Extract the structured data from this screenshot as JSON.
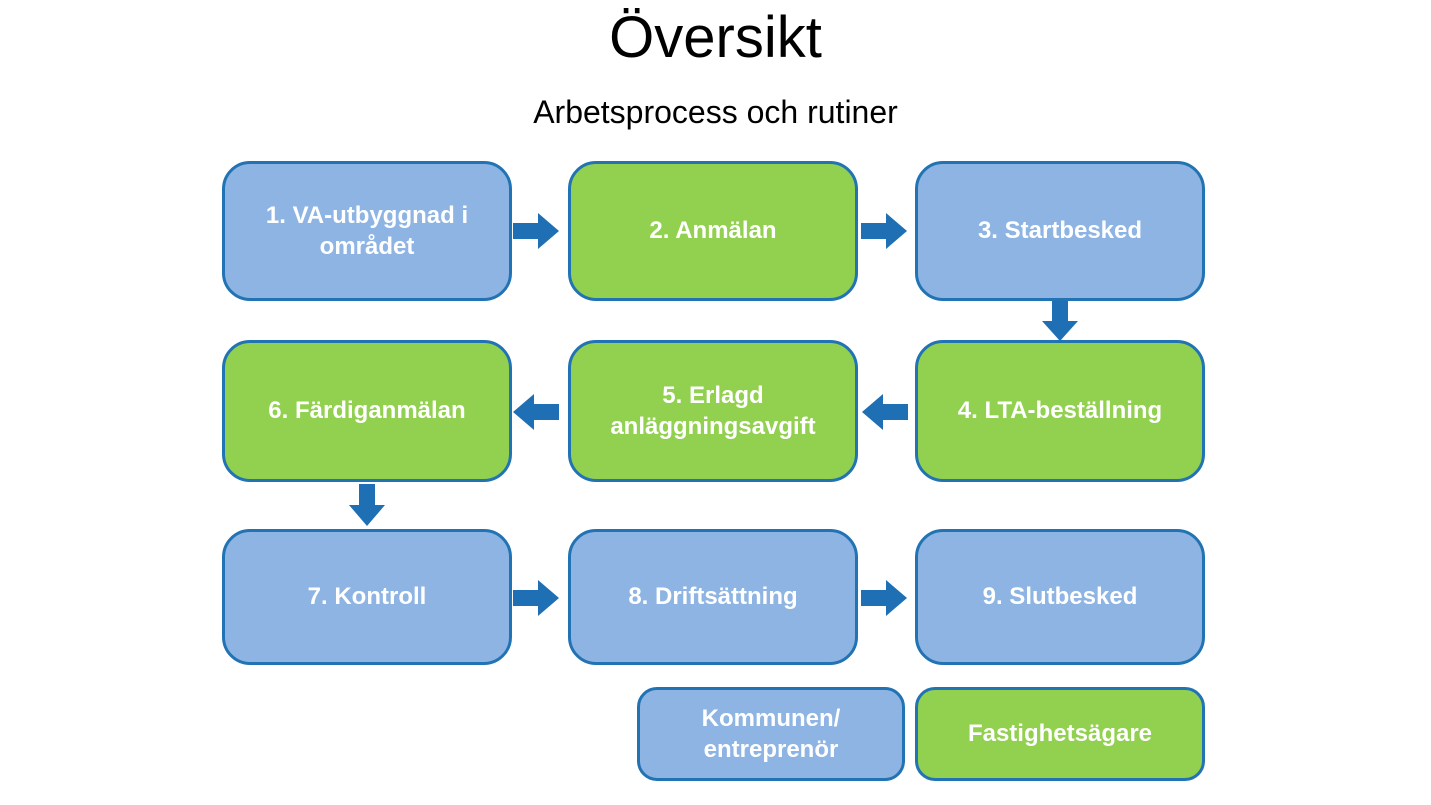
{
  "title": "Översikt",
  "subtitle": "Arbetsprocess och rutiner",
  "colors": {
    "blue_fill": "#8EB4E3",
    "blue_border": "#2173B4",
    "green_fill": "#92D050",
    "green_border": "#2173B4",
    "arrow": "#1F6FB5",
    "box_text": "#FFFFFF",
    "title_text": "#000000"
  },
  "steps": [
    {
      "num": 1,
      "label": "1. VA-utbyggnad i\nområdet",
      "type": "blue"
    },
    {
      "num": 2,
      "label": "2. Anmälan",
      "type": "green"
    },
    {
      "num": 3,
      "label": "3. Startbesked",
      "type": "blue"
    },
    {
      "num": 4,
      "label": "4. LTA-beställning",
      "type": "green"
    },
    {
      "num": 5,
      "label": "5. Erlagd\nanläggningsavgift",
      "type": "green"
    },
    {
      "num": 6,
      "label": "6. Färdiganmälan",
      "type": "green"
    },
    {
      "num": 7,
      "label": "7. Kontroll",
      "type": "blue"
    },
    {
      "num": 8,
      "label": "8. Driftsättning",
      "type": "blue"
    },
    {
      "num": 9,
      "label": "9. Slutbesked",
      "type": "blue"
    }
  ],
  "arrows": [
    {
      "from": 1,
      "to": 2,
      "direction": "right"
    },
    {
      "from": 2,
      "to": 3,
      "direction": "right"
    },
    {
      "from": 3,
      "to": 4,
      "direction": "down"
    },
    {
      "from": 4,
      "to": 5,
      "direction": "left"
    },
    {
      "from": 5,
      "to": 6,
      "direction": "left"
    },
    {
      "from": 6,
      "to": 7,
      "direction": "down"
    },
    {
      "from": 7,
      "to": 8,
      "direction": "right"
    },
    {
      "from": 8,
      "to": 9,
      "direction": "right"
    }
  ],
  "legend": [
    {
      "label": "Kommunen/\nentreprenör",
      "type": "blue"
    },
    {
      "label": "Fastighetsägare",
      "type": "green"
    }
  ]
}
